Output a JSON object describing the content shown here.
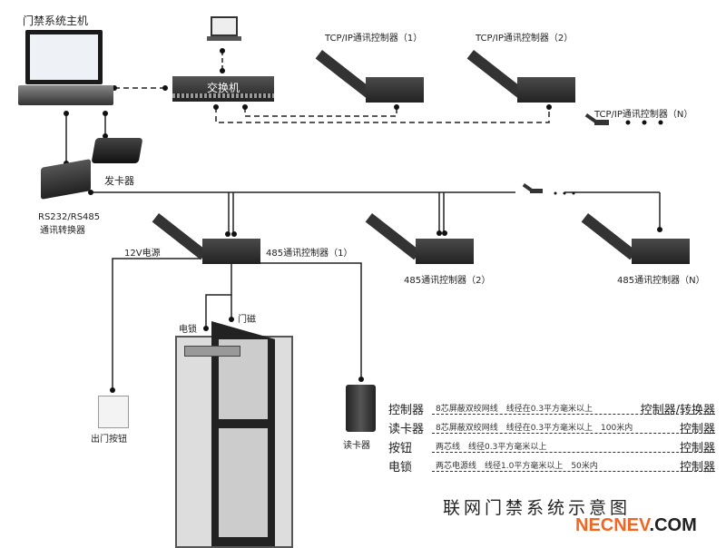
{
  "diagram": {
    "title": "联网门禁系统示意图",
    "brand": {
      "accent": "NECNEV",
      "suffix": ".COM",
      "accent_color": "#f26522"
    },
    "nodes": {
      "host": "门禁系统主机",
      "switch": "交换机",
      "tcp1": "TCP/IP通讯控制器（1）",
      "tcp2": "TCP/IP通讯控制器（2）",
      "tcpn": "TCP/IP通讯控制器（N）",
      "card_issuer": "发卡器",
      "converter_line1": "RS232/RS485",
      "converter_line2": "通讯转换器",
      "power": "12V电源",
      "c485_1": "485通讯控制器（1）",
      "c485_2": "485通讯控制器（2）",
      "c485_n": "485通讯控制器（N）",
      "lock": "电锁",
      "door_sensor": "门磁",
      "exit_button": "出门按钮",
      "reader": "读卡器"
    },
    "legend": [
      {
        "from": "控制器",
        "spec": "8芯屏蔽双绞网线　线径在0.3平方毫米以上",
        "to": "控制器/转换器"
      },
      {
        "from": "读卡器",
        "spec": "8芯屏蔽双绞网线　线径在0.3平方毫米以上　100米内",
        "to": "控制器"
      },
      {
        "from": "按钮",
        "spec": "两芯线　线径0.3平方毫米以上",
        "to": "控制器"
      },
      {
        "from": "电锁",
        "spec": "两芯电源线　线径1.0平方毫米以上　50米内",
        "to": "控制器"
      }
    ]
  }
}
